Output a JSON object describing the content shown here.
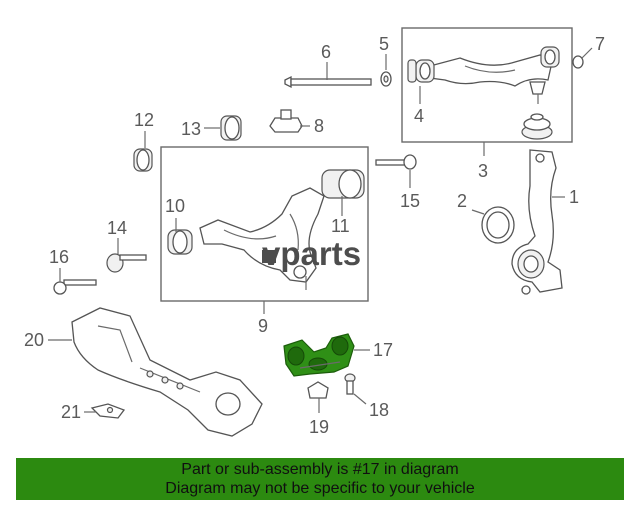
{
  "watermark": {
    "text": "vparts"
  },
  "callouts": {
    "c1": "1",
    "c2": "2",
    "c3": "3",
    "c4": "4",
    "c5": "5",
    "c6": "6",
    "c7": "7",
    "c8": "8",
    "c9": "9",
    "c10": "10",
    "c11": "11",
    "c12": "12",
    "c13": "13",
    "c14": "14",
    "c15": "15",
    "c16": "16",
    "c17": "17",
    "c18": "18",
    "c19": "19",
    "c20": "20",
    "c21": "21"
  },
  "highlight": {
    "part_number": "17",
    "color": "#2c8a10"
  },
  "banner": {
    "line1": "Part or sub-assembly is #17 in diagram",
    "line2": "Diagram may not be specific to your vehicle"
  }
}
